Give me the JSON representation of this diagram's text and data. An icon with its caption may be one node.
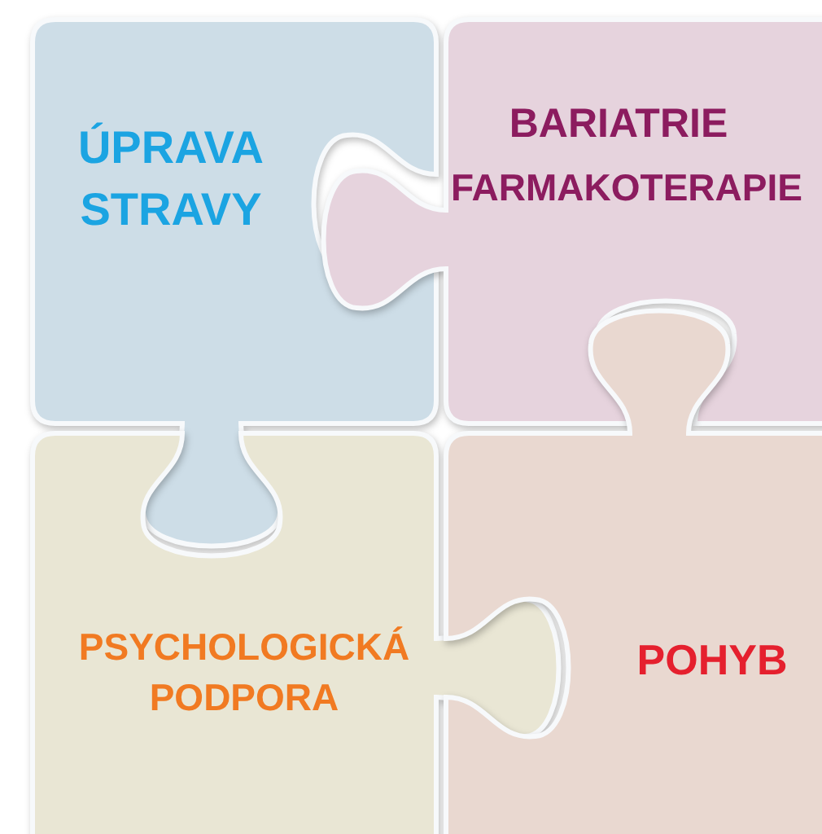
{
  "diagram": {
    "nodes": [
      {
        "text": [
          "ÚPRAVA STRAVY"
        ]
      },
      {
        "text": [
          "BARIATRIE",
          "FARMAKOTERAPIE"
        ]
      },
      {
        "text": [
          "PSYCHOLOGICKÁ PODPORA"
        ]
      },
      {
        "text": [
          "POHYB"
        ]
      }
    ]
  }
}
